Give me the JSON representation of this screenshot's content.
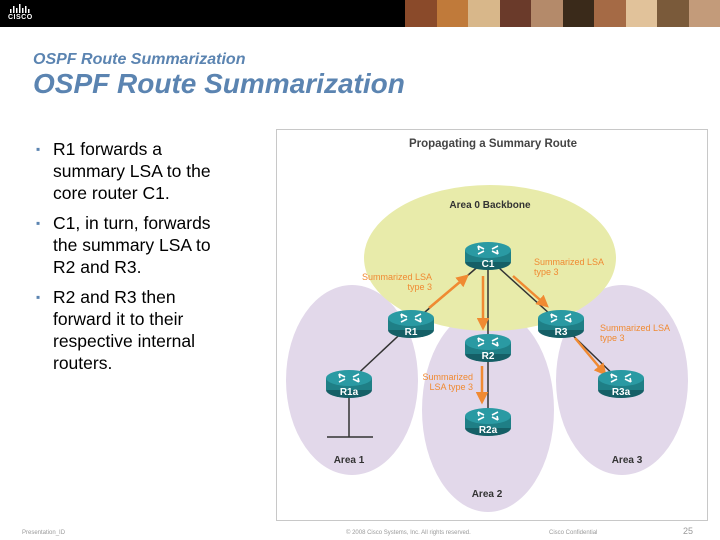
{
  "header": {
    "brand_text": "CISCO",
    "photo_colors": [
      "#8a4a2a",
      "#c07a3a",
      "#d8b78a",
      "#6a3a2a",
      "#b48a6a",
      "#3a2a1a",
      "#a56a45",
      "#e1c29a",
      "#7a5a3a",
      "#c39b7a"
    ]
  },
  "slide": {
    "subtitle": "OSPF Route Summarization",
    "title": "OSPF Route Summarization",
    "bullets": [
      "R1 forwards a summary LSA to the core router C1.",
      "C1, in turn, forwards the summary LSA to R2 and R3.",
      "R2 and R3 then forward it to their respective internal routers."
    ]
  },
  "diagram": {
    "title": "Propagating a Summary Route",
    "backbone_label": "Area 0 Backbone",
    "areas": [
      "Area 1",
      "Area 2",
      "Area 3"
    ],
    "routers": {
      "c1": "C1",
      "r1": "R1",
      "r2": "R2",
      "r3": "R3",
      "r1a": "R1a",
      "r2a": "R2a",
      "r3a": "R3a"
    },
    "labels": {
      "r1_to_c1": [
        "Summarized LSA",
        "type 3"
      ],
      "c1_to_r3": [
        "Summarized LSA",
        "type 3"
      ],
      "r3_to_r3a": [
        "Summarized LSA",
        "type 3"
      ],
      "r2_to_r2a": [
        "Summarized",
        "LSA type 3"
      ]
    },
    "colors": {
      "backbone": "#e8ebaa",
      "area": "#e2d8ea",
      "router": "#1f7f86",
      "arrow": "#f08a32",
      "label": "#f08a32"
    }
  },
  "footer": {
    "left": "Presentation_ID",
    "copyright": "© 2008 Cisco Systems, Inc. All rights reserved.",
    "confidential": "Cisco Confidential",
    "page": "25"
  }
}
